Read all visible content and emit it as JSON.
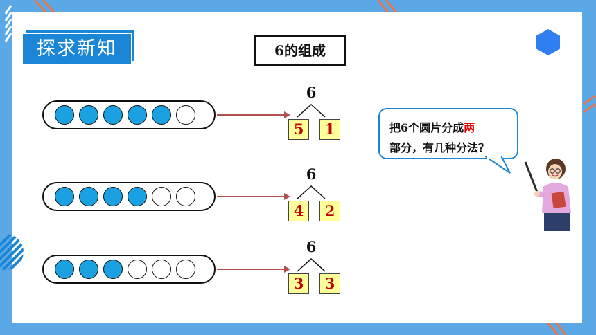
{
  "section_tag": "探求新知",
  "title": "6的组成",
  "rows": [
    {
      "total": "6",
      "filled": 5,
      "count": 6,
      "parts": [
        "5",
        "1"
      ]
    },
    {
      "total": "6",
      "filled": 4,
      "count": 6,
      "parts": [
        "4",
        "2"
      ]
    },
    {
      "total": "6",
      "filled": 3,
      "count": 6,
      "parts": [
        "3",
        "3"
      ]
    }
  ],
  "bubble": {
    "line1_before": "把6个圆片分成",
    "line1_highlight": "两",
    "line2": "部分，有几种分法？"
  },
  "colors": {
    "frame": "#5aa9e6",
    "tag": "#1b86d6",
    "dot_filled": "#1ba1e2",
    "part_bg": "#ffff9a",
    "part_text": "#c00000",
    "highlight": "#e00000"
  }
}
